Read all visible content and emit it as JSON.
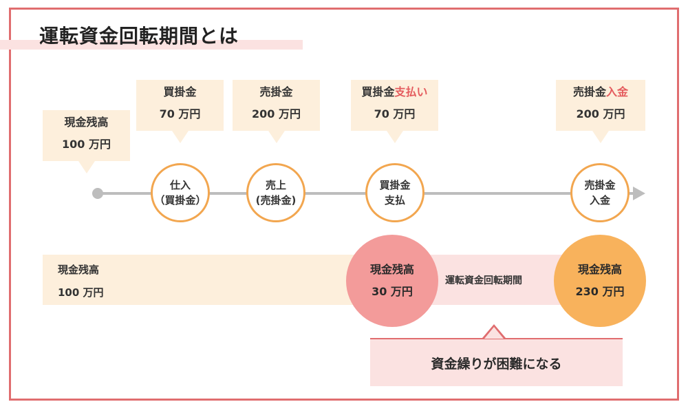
{
  "title": "運転資金回転期間とは",
  "callouts": {
    "initial": {
      "label": "現金残高",
      "amount": "100 万円"
    },
    "purchase": {
      "label": "買掛金",
      "amount": "70 万円"
    },
    "sale": {
      "label": "売掛金",
      "amount": "200 万円"
    },
    "payment": {
      "label": "買掛金",
      "label_highlight": "支払い",
      "amount": "70 万円"
    },
    "collection": {
      "label": "売掛金",
      "label_highlight": "入金",
      "amount": "200 万円"
    }
  },
  "timeline": {
    "events": [
      {
        "line1": "仕入",
        "line2": "（買掛金）"
      },
      {
        "line1": "売上",
        "line2": "(売掛金)"
      },
      {
        "line1": "買掛金",
        "line2": "支払"
      },
      {
        "line1": "売掛金",
        "line2": "入金"
      }
    ]
  },
  "cash_flow": {
    "initial": {
      "label": "現金残高",
      "amount": "100 万円"
    },
    "after_payment": {
      "label": "現金残高",
      "amount": "30 万円"
    },
    "period_label": "運転資金回転期間",
    "after_collection": {
      "label": "現金残高",
      "amount": "230 万円"
    }
  },
  "conclusion": "資金繰りが困難になる",
  "colors": {
    "frame": "#e06d6f",
    "callout_bg": "#fdefdc",
    "event_border": "#f2a64f",
    "highlight_text": "#e45b5d",
    "low_cash_circle": "#f39b9a",
    "high_cash_circle": "#f8b25c",
    "pink_band": "#fbe2e1",
    "timeline": "#bdbdbd"
  }
}
